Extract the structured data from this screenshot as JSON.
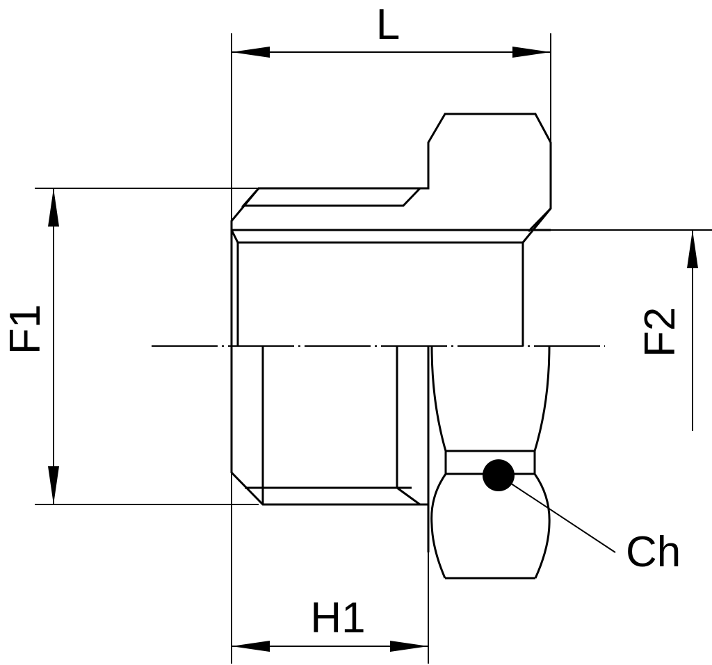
{
  "labels": {
    "length": "L",
    "thread_1": "F1",
    "thread_2": "F2",
    "hex_height": "H1",
    "hex_wrench": "Ch"
  }
}
